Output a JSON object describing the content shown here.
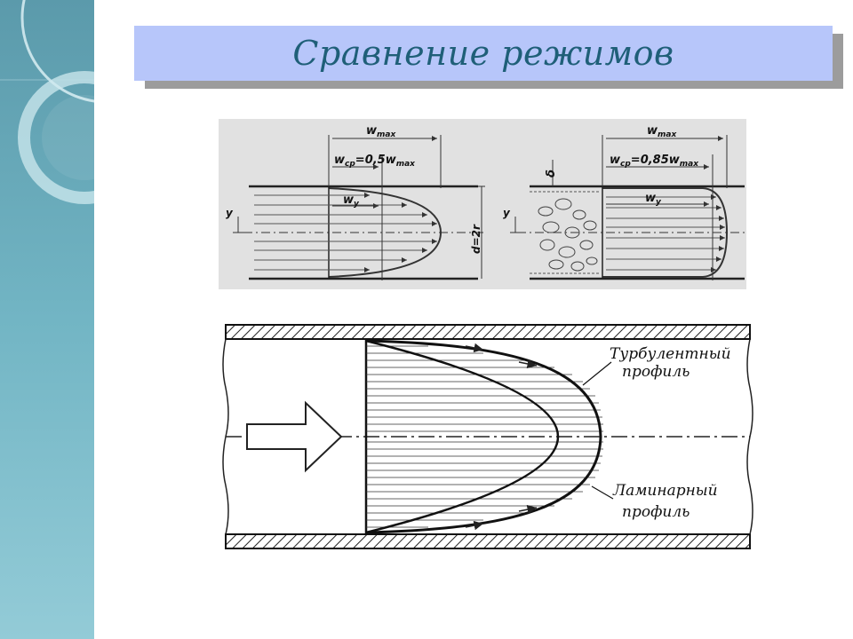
{
  "slide": {
    "title": "Сравнение режимов"
  },
  "top_diagram": {
    "laminar": {
      "w_max_label": "w",
      "w_max_sub": "max",
      "avg_label": "w",
      "avg_sub": "ср",
      "avg_eq": "=0,5w",
      "avg_eq_sub": "max",
      "wy_label": "w",
      "wy_sub": "y",
      "y_label": "y",
      "d_label": "d=2r"
    },
    "turbulent": {
      "w_max_label": "w",
      "w_max_sub": "max",
      "avg_label": "w",
      "avg_sub": "ср",
      "avg_eq": "=0,85w",
      "avg_eq_sub": "max",
      "wy_label": "w",
      "wy_sub": "y",
      "y_label": "y",
      "delta_label": "δ"
    }
  },
  "bottom_diagram": {
    "turbulent_label_line1": "Турбулентный",
    "turbulent_label_line2": "профиль",
    "laminar_label_line1": "Ламинарный",
    "laminar_label_line2": "профиль"
  }
}
